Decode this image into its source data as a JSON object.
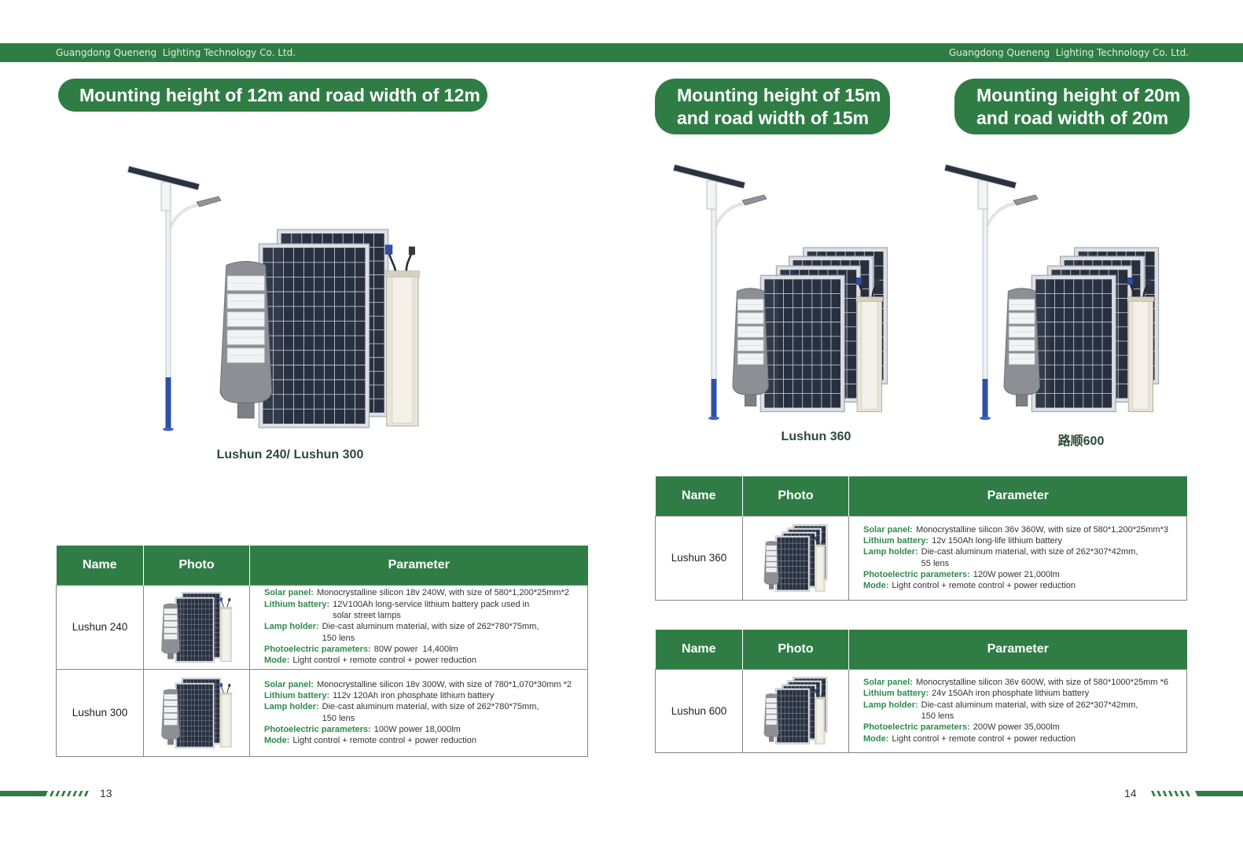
{
  "header": {
    "company_left": "Guangdong Queneng  Lighting Technology Co. Ltd.",
    "company_right": "Guangdong Queneng  Lighting Technology Co. Ltd."
  },
  "colors": {
    "brand_green": "#2f7d45",
    "label_green": "#2e8b4b",
    "pole_blue": "#2f4fa6"
  },
  "left_page": {
    "heading": "Mounting height of 12m and road width of 12m",
    "product_caption": "Lushun 240/ Lushun 300",
    "table": {
      "columns": {
        "name": "Name",
        "photo": "Photo",
        "parameter": "Parameter"
      },
      "rows": [
        {
          "name": "Lushun 240",
          "params": [
            {
              "label": "Solar panel:",
              "lines": [
                "Monocrystalline silicon 18v 240W, with size of 580*1,200*25mm*2"
              ]
            },
            {
              "label": "Lithium battery:",
              "lines": [
                "12V100Ah long-service lithium battery pack used in",
                "solar street lamps"
              ]
            },
            {
              "label": "Lamp holder:",
              "lines": [
                "Die-cast aluminum material, with size of 262*780*75mm,",
                "150 lens"
              ]
            },
            {
              "label": "Photoelectric parameters:",
              "lines": [
                "80W power  14,400lm"
              ]
            },
            {
              "label": "Mode:",
              "lines": [
                "Light control + remote control + power reduction"
              ]
            }
          ]
        },
        {
          "name": "Lushun 300",
          "params": [
            {
              "label": "Solar panel:",
              "lines": [
                "Monocrystalline silicon 18v 300W, with size of 780*1,070*30mm *2"
              ]
            },
            {
              "label": "Lithium battery:",
              "lines": [
                "112v 120Ah iron phosphate lithium battery"
              ]
            },
            {
              "label": "Lamp holder:",
              "lines": [
                "Die-cast aluminum material, with size of 262*780*75mm,",
                "150 lens"
              ]
            },
            {
              "label": "Photoelectric parameters:",
              "lines": [
                "100W power 18,000lm"
              ]
            },
            {
              "label": "Mode:",
              "lines": [
                "Light control + remote control + power reduction"
              ]
            }
          ]
        }
      ]
    },
    "page_number": "13"
  },
  "right_page": {
    "headings": [
      {
        "line1": "Mounting height of 15m",
        "line2": "and road width of 15m"
      },
      {
        "line1": "Mounting height of 20m",
        "line2": "and road width of 20m"
      }
    ],
    "product_captions": [
      "Lushun 360",
      "路顺600"
    ],
    "tables": [
      {
        "columns": {
          "name": "Name",
          "photo": "Photo",
          "parameter": "Parameter"
        },
        "rows": [
          {
            "name": "Lushun 360",
            "params": [
              {
                "label": "Solar panel:",
                "lines": [
                  "Monocrystalline silicon 36v 360W, with size of 580*1,200*25mm*3"
                ]
              },
              {
                "label": "Lithium battery:",
                "lines": [
                  "12v 150Ah long-life lithium battery"
                ]
              },
              {
                "label": "Lamp holder:",
                "lines": [
                  "Die-cast aluminum material, with size of 262*307*42mm,",
                  "55 lens"
                ]
              },
              {
                "label": "Photoelectric parameters:",
                "lines": [
                  "120W power 21,000lm"
                ]
              },
              {
                "label": "Mode:",
                "lines": [
                  "Light control + remote control + power reduction"
                ]
              }
            ]
          }
        ]
      },
      {
        "columns": {
          "name": "Name",
          "photo": "Photo",
          "parameter": "Parameter"
        },
        "rows": [
          {
            "name": "Lushun 600",
            "params": [
              {
                "label": "Solar panel:",
                "lines": [
                  "Monocrystalline silicon 36v 600W, with size of 580*1000*25mm *6"
                ]
              },
              {
                "label": "Lithium battery:",
                "lines": [
                  "24v 150Ah iron phosphate lithium battery"
                ]
              },
              {
                "label": "Lamp holder:",
                "lines": [
                  "Die-cast aluminum material, with size of 262*307*42mm,",
                  "150 lens"
                ]
              },
              {
                "label": "Photoelectric parameters:",
                "lines": [
                  "200W power 35,000lm"
                ]
              },
              {
                "label": "Mode:",
                "lines": [
                  "Light control + remote control + power reduction"
                ]
              }
            ]
          }
        ]
      }
    ],
    "page_number": "14"
  }
}
